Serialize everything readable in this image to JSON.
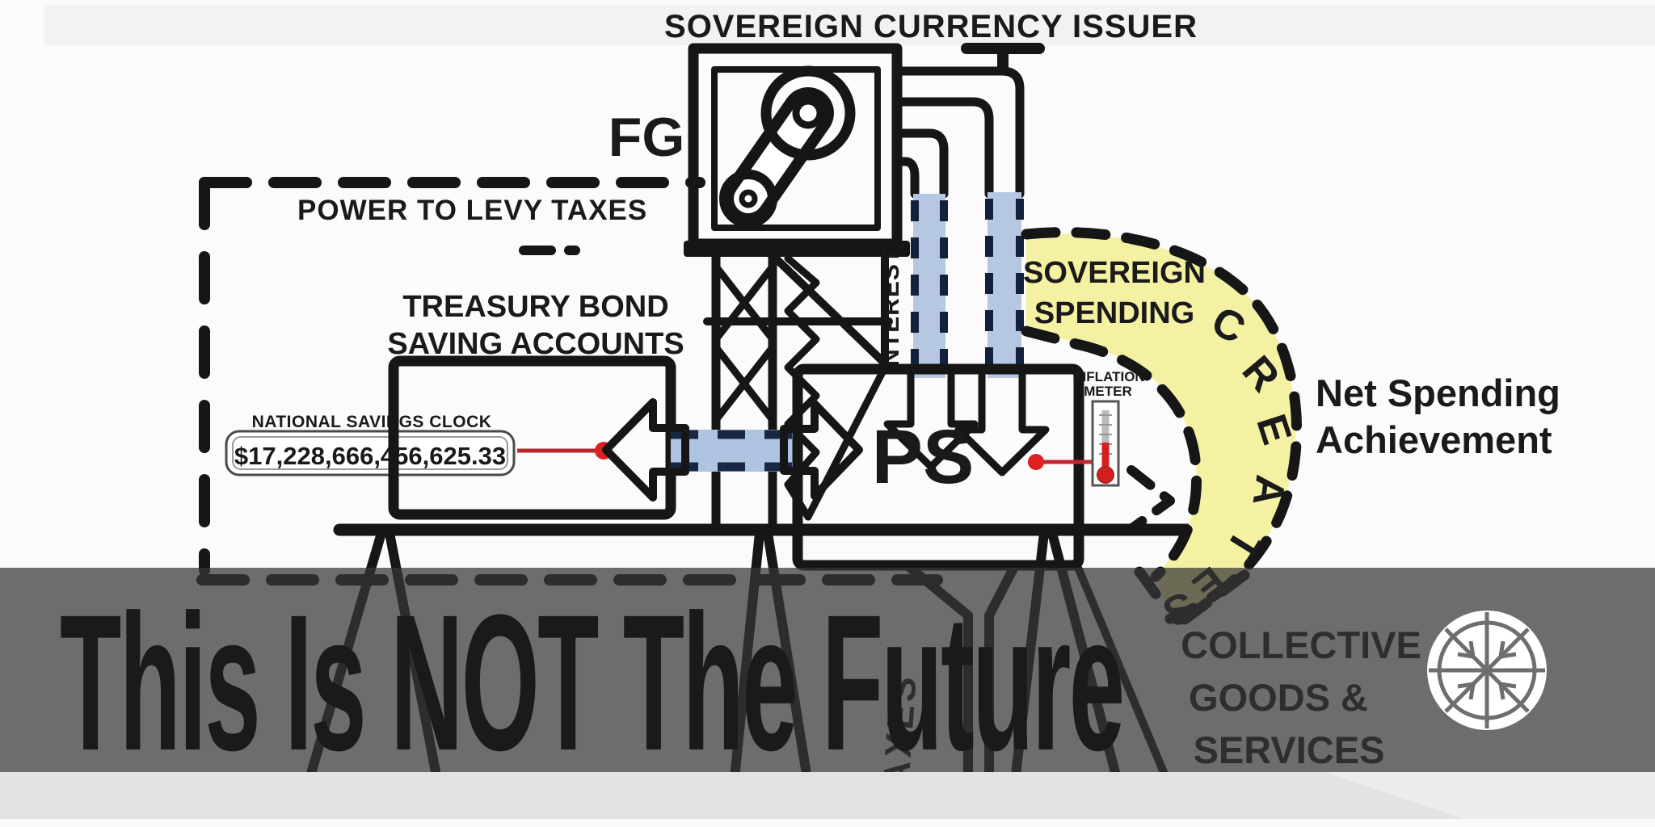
{
  "colors": {
    "background": "#fcfbfb",
    "box_fill": "#a9c0dd",
    "pipe_fill": "#b5c7e1",
    "yellow_band": "#f4f1a3",
    "olive_text": "#6f6e1f",
    "red_accent": "#e02020",
    "banner_overlay": "rgba(55,54,55,0.72)",
    "title_text": "#fcfcfc"
  },
  "diagram": {
    "top_label": "SOVEREIGN CURRENCY ISSUER",
    "fg": "FG",
    "power_box": "POWER TO LEVY TAXES",
    "treasury_line1": "TREASURY BOND",
    "treasury_line2": "SAVING ACCOUNTS",
    "clock": {
      "title": "NATIONAL SAVINGS CLOCK",
      "value": "$17,228,666,456,625.33"
    },
    "interest": "INTEREST",
    "sovereign_line1": "SOVEREIGN",
    "sovereign_line2": "SPENDING",
    "creates": "CREATES",
    "creates_letters": [
      "C",
      "R",
      "E",
      "A",
      "T",
      "E",
      "S"
    ],
    "inflation_line1": "INFLATION",
    "inflation_line2": "METER",
    "ps": "PS",
    "net_line1": "Net Spending",
    "net_line2": "Achievement",
    "collective_line1": "COLLECTIVE",
    "collective_line2": "GOODS &",
    "collective_line3": "SERVICES",
    "taxes": "TAXES"
  },
  "banner": {
    "title": "This Is NOT The Future",
    "logo": "wheel-arrows-logo"
  }
}
